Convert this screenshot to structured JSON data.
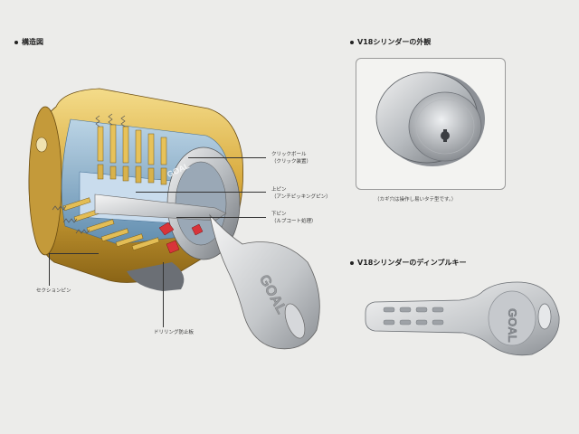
{
  "structure": {
    "title": "構造図",
    "labels": {
      "click_ball_1": "クリックボール",
      "click_ball_2": "（クリック装置）",
      "upper_pin_1": "上ピン",
      "upper_pin_2": "（アンチピッキングピン）",
      "lower_pin_1": "下ピン",
      "lower_pin_2": "（ルブコート処理）",
      "section_pin": "セクションピン",
      "drilling_plate": "ドリリング防止板"
    },
    "brand_mark": "GOAL"
  },
  "exterior": {
    "title": "V18シリンダーの外観",
    "caption": "（カギ穴は操作し易いタテ型です。）"
  },
  "dimple_key": {
    "title": "V18シリンダーのディンプルキー",
    "brand_mark": "GOAL"
  }
}
